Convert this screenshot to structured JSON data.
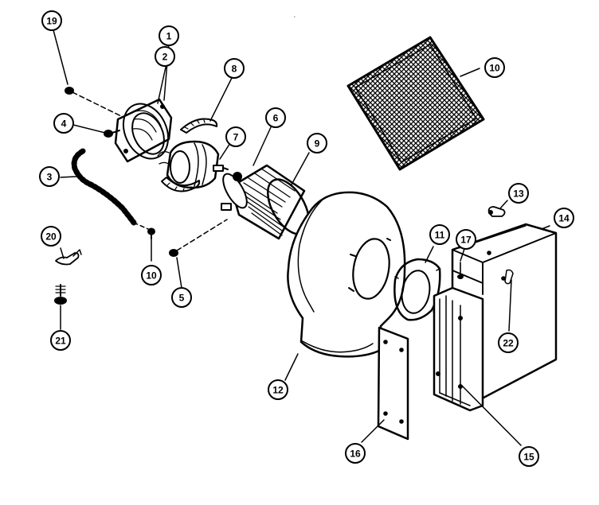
{
  "diagram": {
    "callouts": [
      {
        "id": "c1",
        "label": "1"
      },
      {
        "id": "c2",
        "label": "2"
      },
      {
        "id": "c3",
        "label": "3"
      },
      {
        "id": "c4",
        "label": "4"
      },
      {
        "id": "c5",
        "label": "5"
      },
      {
        "id": "c6",
        "label": "6"
      },
      {
        "id": "c7",
        "label": "7"
      },
      {
        "id": "c8",
        "label": "8"
      },
      {
        "id": "c9",
        "label": "9"
      },
      {
        "id": "c10a",
        "label": "10"
      },
      {
        "id": "c10b",
        "label": "10"
      },
      {
        "id": "c11",
        "label": "11"
      },
      {
        "id": "c12",
        "label": "12"
      },
      {
        "id": "c13",
        "label": "13"
      },
      {
        "id": "c14",
        "label": "14"
      },
      {
        "id": "c15",
        "label": "15"
      },
      {
        "id": "c16",
        "label": "16"
      },
      {
        "id": "c17",
        "label": "17"
      },
      {
        "id": "c19",
        "label": "19"
      },
      {
        "id": "c20",
        "label": "20"
      },
      {
        "id": "c21",
        "label": "21"
      },
      {
        "id": "c22",
        "label": "22"
      }
    ]
  }
}
